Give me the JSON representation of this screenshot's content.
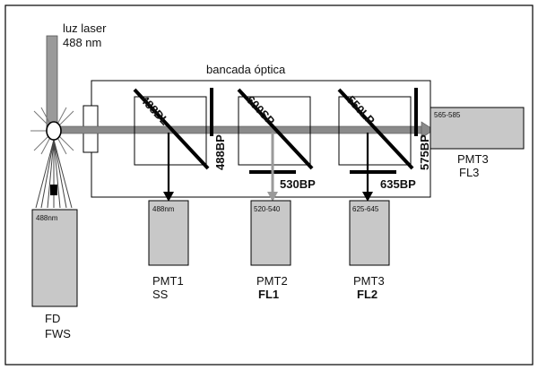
{
  "laser_label": [
    "luz laser",
    "488 nm"
  ],
  "bench_label": "bancada óptica",
  "filters": {
    "dichroic_1": "488DL",
    "dichroic_2": "600SP",
    "dichroic_3": "550LP",
    "bandpass_1": "488BP",
    "bandpass_2": "530BP",
    "bandpass_3": "635BP",
    "bandpass_4": "575BP"
  },
  "detectors": [
    {
      "range": "488nm",
      "name": "PMT1",
      "channel": "SS"
    },
    {
      "range": "520-540",
      "name": "PMT2",
      "channel": "FL1"
    },
    {
      "range": "625-645",
      "name": "PMT3",
      "channel": "FL2"
    },
    {
      "range": "565-585",
      "name": "PMT3",
      "channel": "FL3"
    }
  ],
  "forward_detector": {
    "range": "488nm",
    "name": "FD",
    "channel": "FWS"
  },
  "colors": {
    "box_fill": "#c8c8c8",
    "beam": "#7a7a7a",
    "line": "#000000"
  }
}
